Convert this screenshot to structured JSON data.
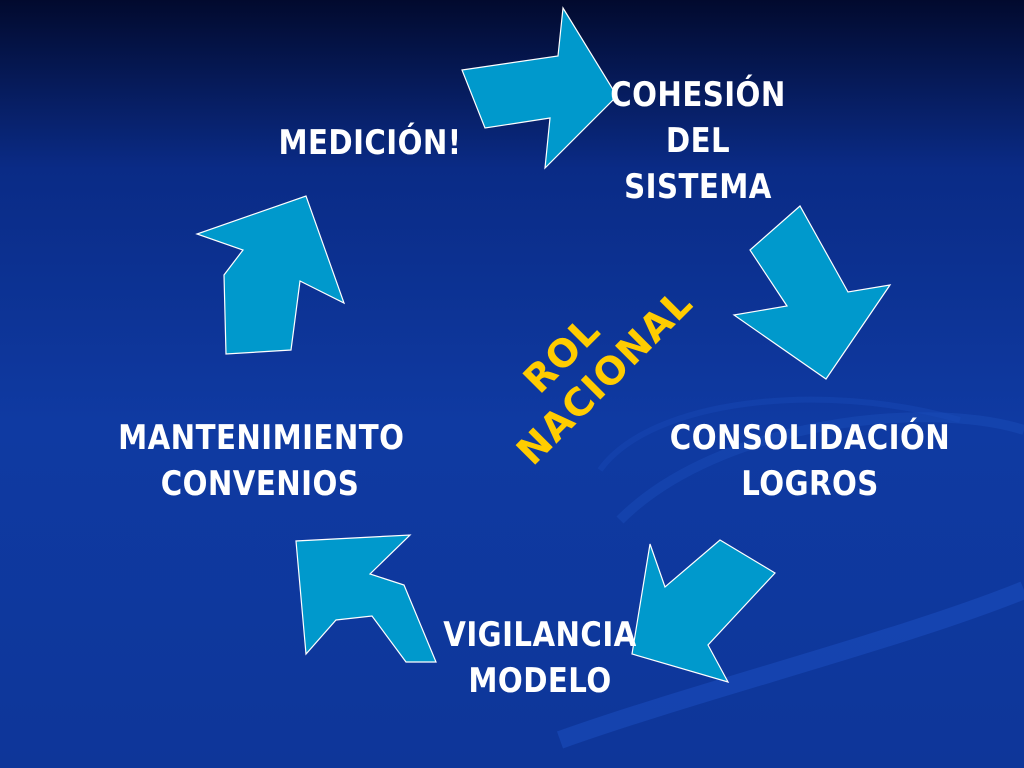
{
  "slide": {
    "colors": {
      "background": "#0f3aa2",
      "arrow_fill": "#0099cc",
      "arrow_stroke": "#ffffff",
      "text": "#ffffff",
      "center_text": "#ffcc00"
    }
  },
  "diagram": {
    "type": "cycle",
    "steps": [
      {
        "lines": [
          "COHESIÓN",
          "DEL",
          "SISTEMA"
        ]
      },
      {
        "lines": [
          "CONSOLIDACIÓN",
          "LOGROS"
        ]
      },
      {
        "lines": [
          "VIGILANCIA",
          "MODELO"
        ]
      },
      {
        "lines": [
          "MANTENIMIENTO",
          "CONVENIOS"
        ]
      },
      {
        "lines": [
          "MEDICIÓN!"
        ]
      }
    ],
    "center": {
      "lines": [
        "ROL",
        "NACIONAL"
      ]
    },
    "arrows": [
      "arrow-medicion-to-cohesion",
      "arrow-cohesion-to-consolidacion",
      "arrow-consolidacion-to-vigilancia",
      "arrow-vigilancia-to-mantenimiento",
      "arrow-mantenimiento-to-medicion"
    ]
  }
}
